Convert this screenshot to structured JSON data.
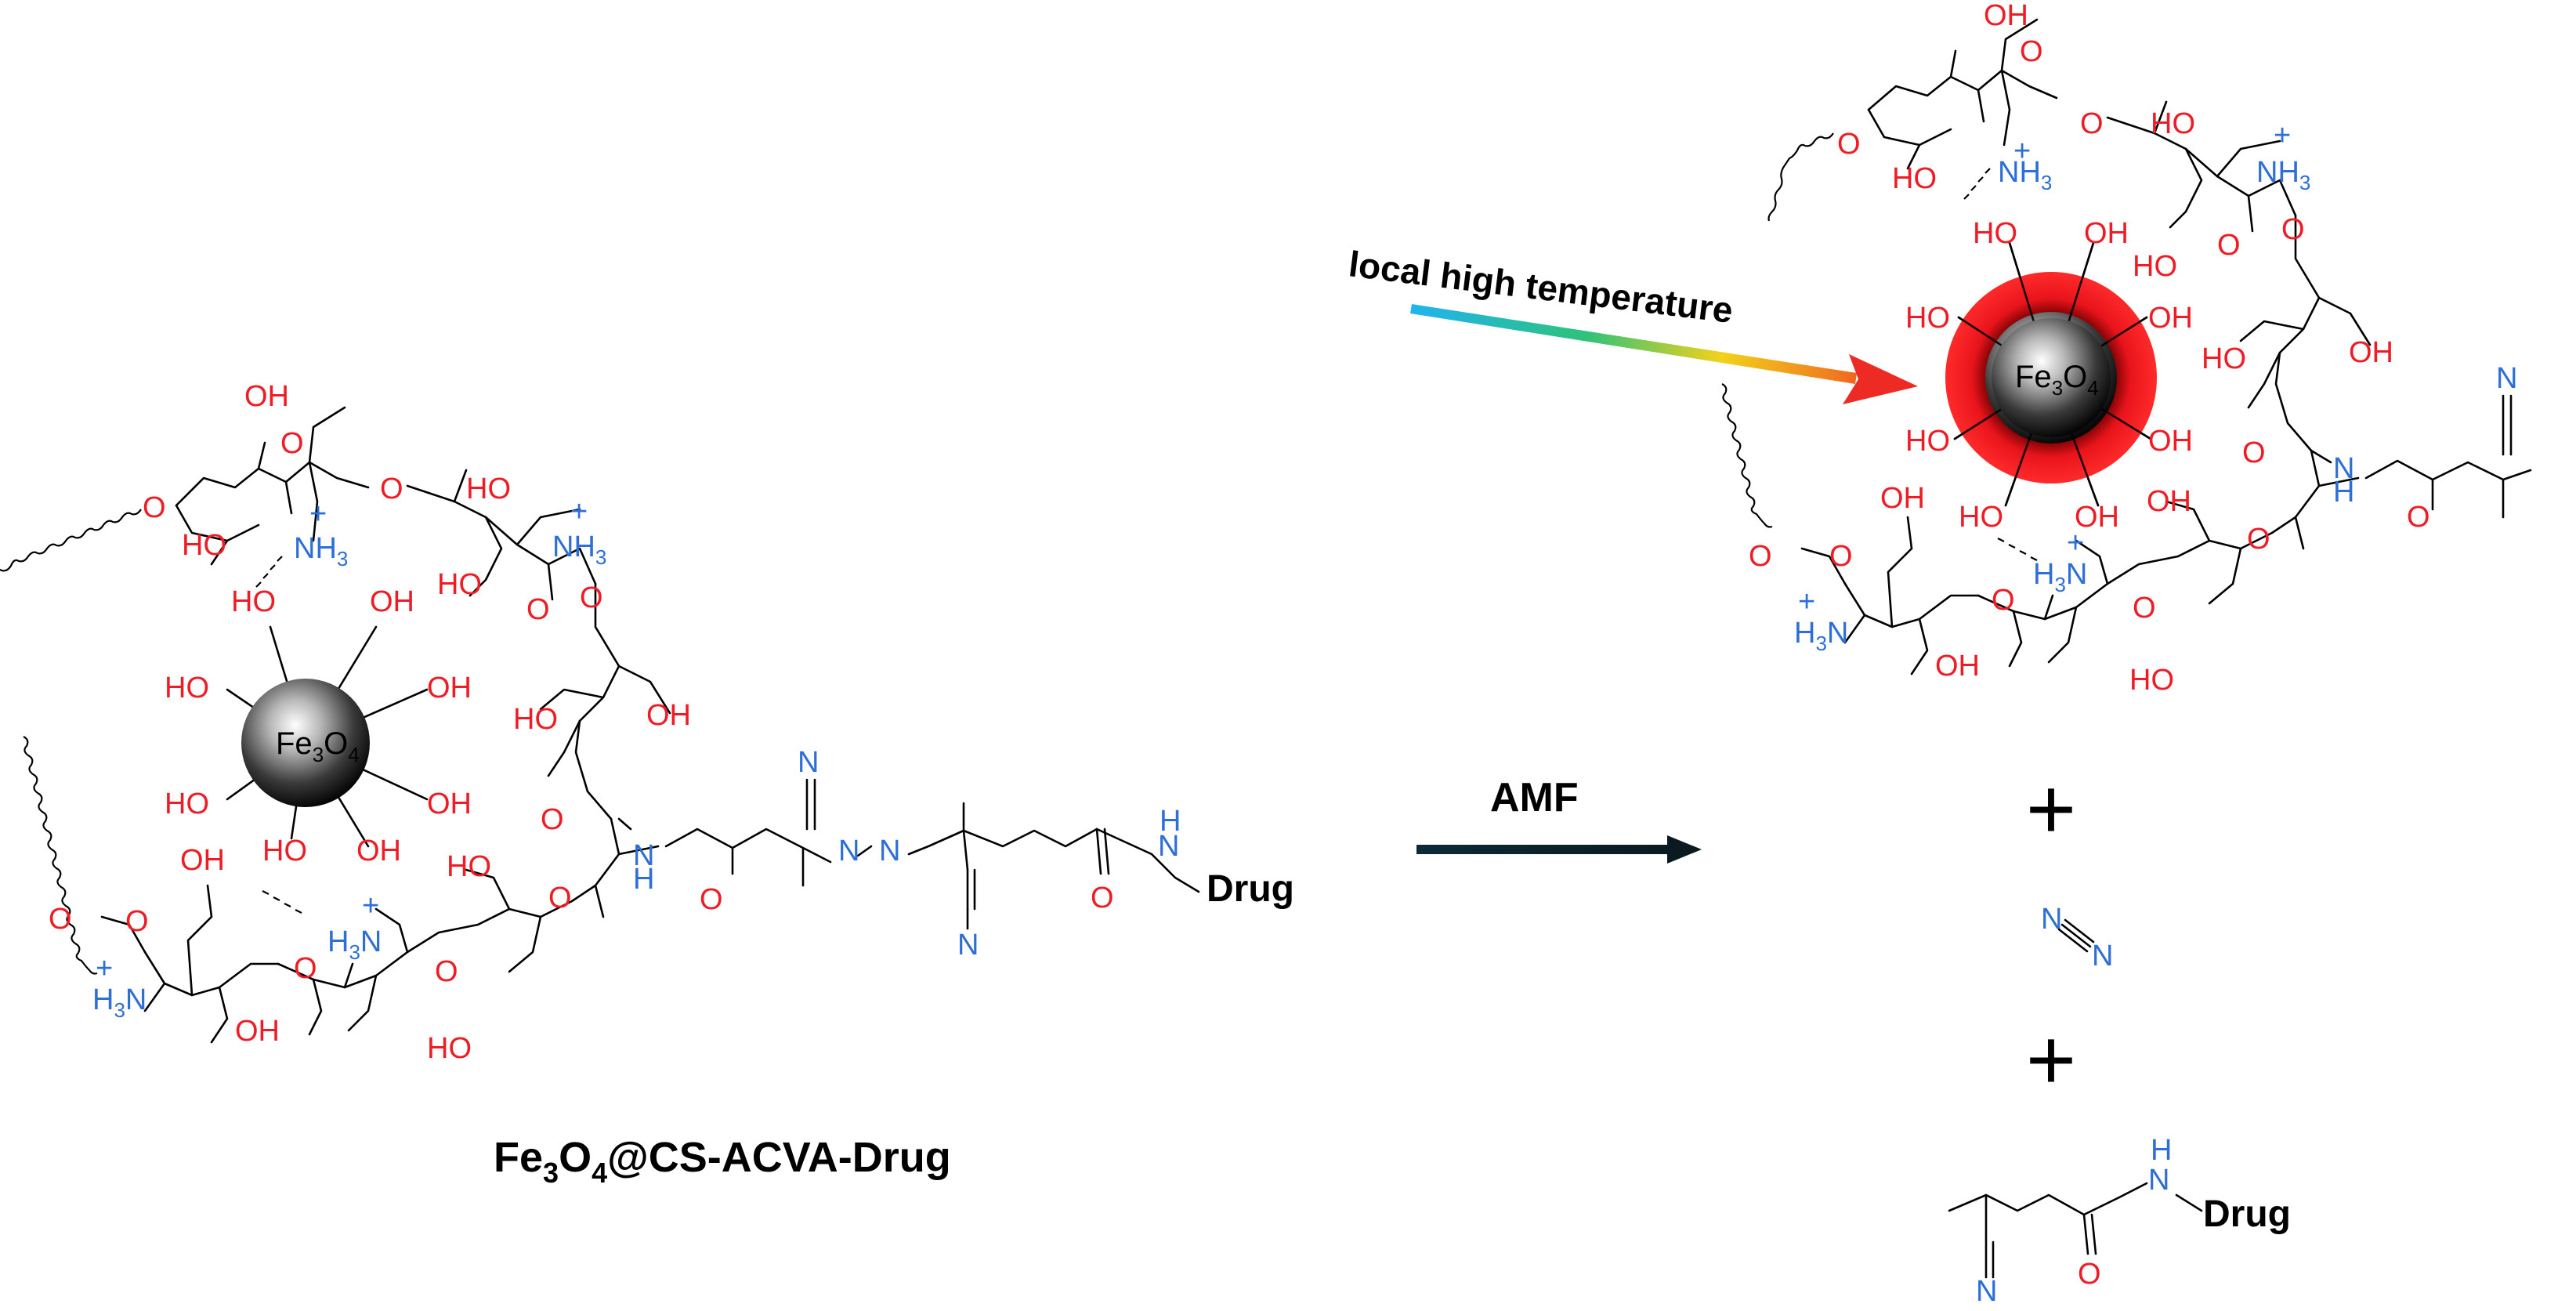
{
  "labels": {
    "hydroxyl": "OH",
    "hydroxyl_rev": "HO",
    "ring_oxygen": "O",
    "amine_main": "NH",
    "amine_sub": "3",
    "amine_rev_main": "H",
    "amine_rev_sub": "3",
    "amine_rev_tail": "N",
    "plus_charge": "+",
    "nitrogen": "N",
    "amide_nh": "N",
    "amide_h": "H",
    "drug": "Drug",
    "core_fe": "Fe",
    "core_fe_sub": "3",
    "core_o": "O",
    "core_o_sub": "4",
    "compound_main": "Fe",
    "compound_sub1": "3",
    "compound_o": "O",
    "compound_sub2": "4",
    "compound_rest": "@CS-ACVA-Drug",
    "arrow_label": "AMF",
    "heat_label": "local high temperature",
    "plus_sign": "+"
  },
  "colors": {
    "oxygen": "#ee1c25",
    "nitrogen": "#2d6fd6",
    "bond": "#000000",
    "heat_glow": "#e8141b"
  }
}
